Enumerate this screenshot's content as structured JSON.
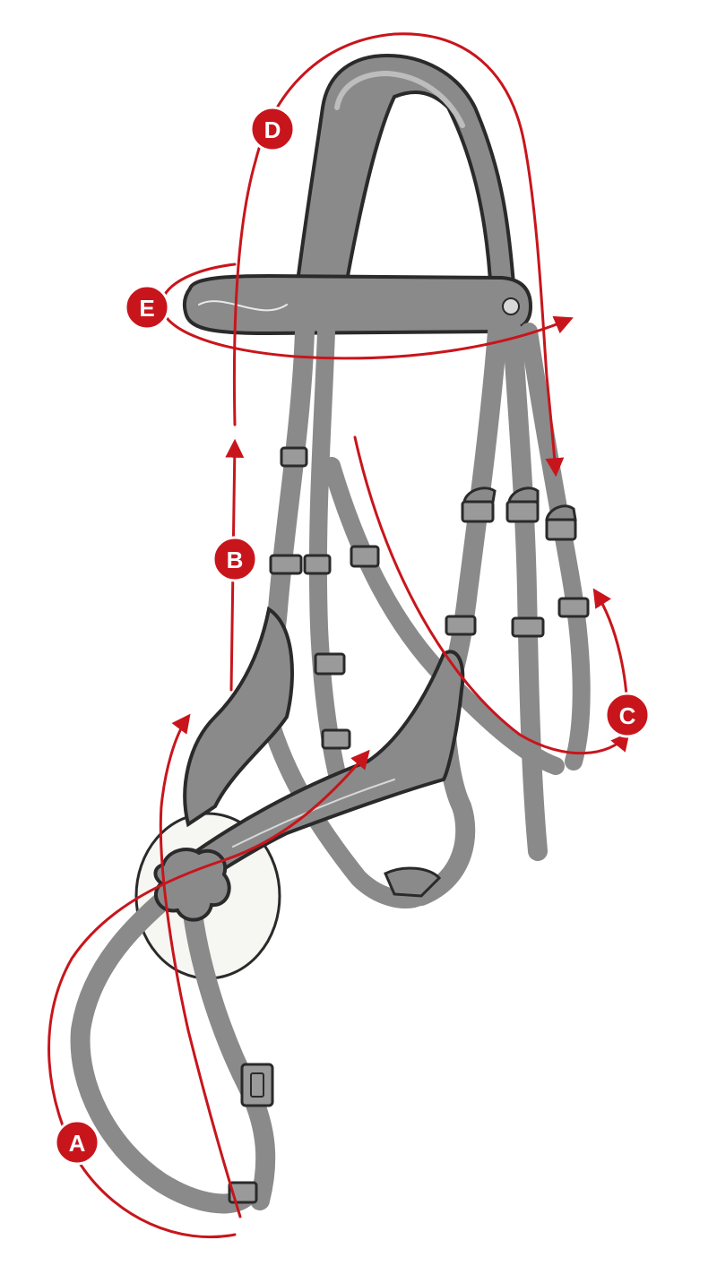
{
  "colors": {
    "marker": "#c8151c",
    "measure_line": "#c8151c",
    "leather_fill": "#8a8a8a",
    "leather_edge": "#2a2a2a",
    "leather_highlight": "#bdbdbd",
    "bit_fill": "#f6f6f2"
  },
  "markers": {
    "a": "A",
    "b": "B",
    "c": "C",
    "d": "D",
    "e": "E"
  }
}
